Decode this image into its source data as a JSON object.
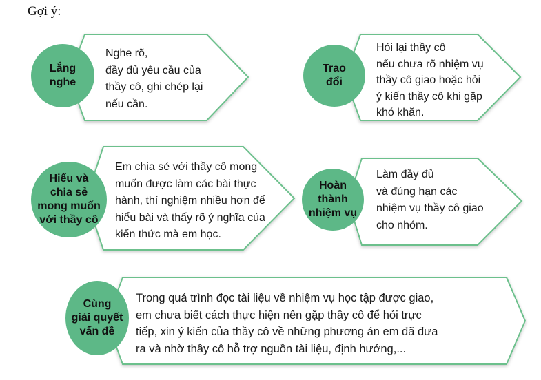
{
  "heading": "Gợi ý:",
  "colors": {
    "circle": "#5db887",
    "border": "#6cc08c",
    "shadow": "#d6d6d6"
  },
  "items": [
    {
      "label": "Lắng\nnghe",
      "text": "Nghe rõ,\nđầy đủ yêu cầu của\nthầy cô, ghi chép lại\nnếu cần."
    },
    {
      "label": "Trao\nđổi",
      "text": "Hỏi lại thầy cô\nnếu chưa rõ nhiệm vụ\nthầy cô giao hoặc hỏi\ný kiến thầy cô khi gặp\nkhó khăn."
    },
    {
      "label": "Hiểu và\nchia sẻ\nmong muốn\nvới thầy cô",
      "text": "Em chia sẻ với thầy cô mong\nmuốn được làm các bài thực\nhành, thí nghiệm nhiều hơn để\nhiểu bài và thấy rõ ý nghĩa của\nkiến thức mà em học."
    },
    {
      "label": "Hoàn\nthành\nnhiệm vụ",
      "text": "Làm đầy đủ\nvà đúng hạn các\nnhiệm vụ thầy cô giao\ncho nhóm."
    },
    {
      "label": "Cùng\ngiải quyết\nvấn đề",
      "text": "Trong quá trình đọc tài liệu về nhiệm vụ học tập được giao,\nem chưa biết cách thực hiện nên gặp thầy cô để hỏi trực\ntiếp, xin ý kiến của thầy cô về những phương án em đã đưa\nra và nhờ thầy cô hỗ trợ nguồn tài liệu, định hướng,..."
    }
  ]
}
